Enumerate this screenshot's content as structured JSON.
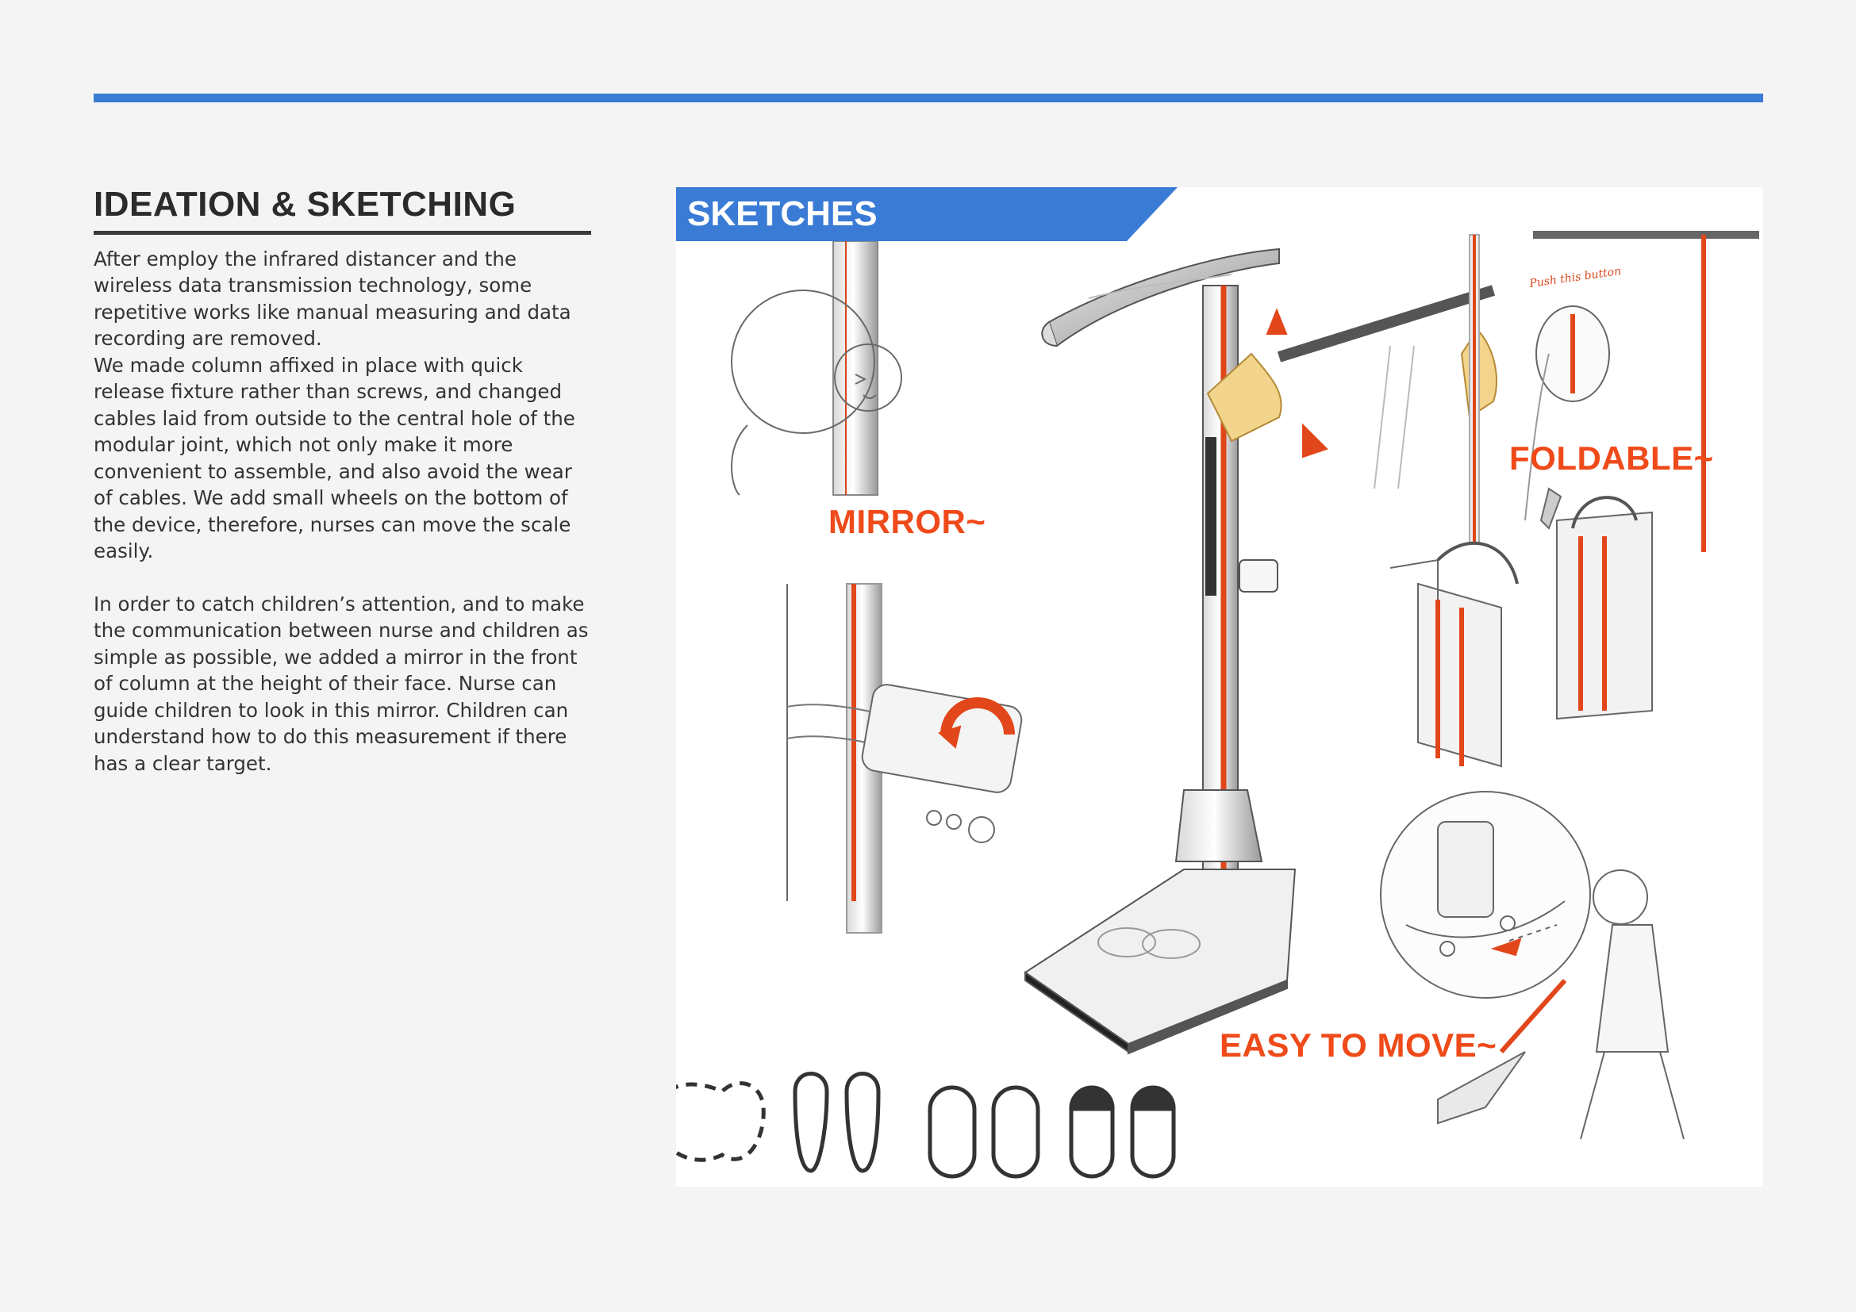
{
  "section": {
    "title": "IDEATION & SKETCHING",
    "paragraphs": [
      "After employ the infrared distancer and the wireless data transmission technology, some repetitive works like manual measuring and data recording are removed.",
      "We made column affixed in place with quick release fixture rather than screws, and changed cables laid from outside to the central hole of the modular joint, which not only make it more convenient to assemble, and also avoid the wear of cables. We add small wheels on the bottom of the device, therefore, nurses can move the scale easily.",
      "In order to catch children’s attention, and to make the communication between nurse and children as simple as possible, we added a mirror in the front of column at the height of their face. Nurse can guide children to look in this mirror. Children can understand how to do this measurement if there has a clear target."
    ]
  },
  "sketches": {
    "banner": "SKETCHES",
    "callouts": {
      "mirror": "MIRROR~",
      "foldable": "FOLDABLE~",
      "move": "EASY TO MOVE~"
    },
    "note": "Push this button"
  },
  "colors": {
    "accent_blue": "#3a7bd5",
    "accent_orange": "#ef4a1a",
    "background": "#f3f4f3"
  }
}
